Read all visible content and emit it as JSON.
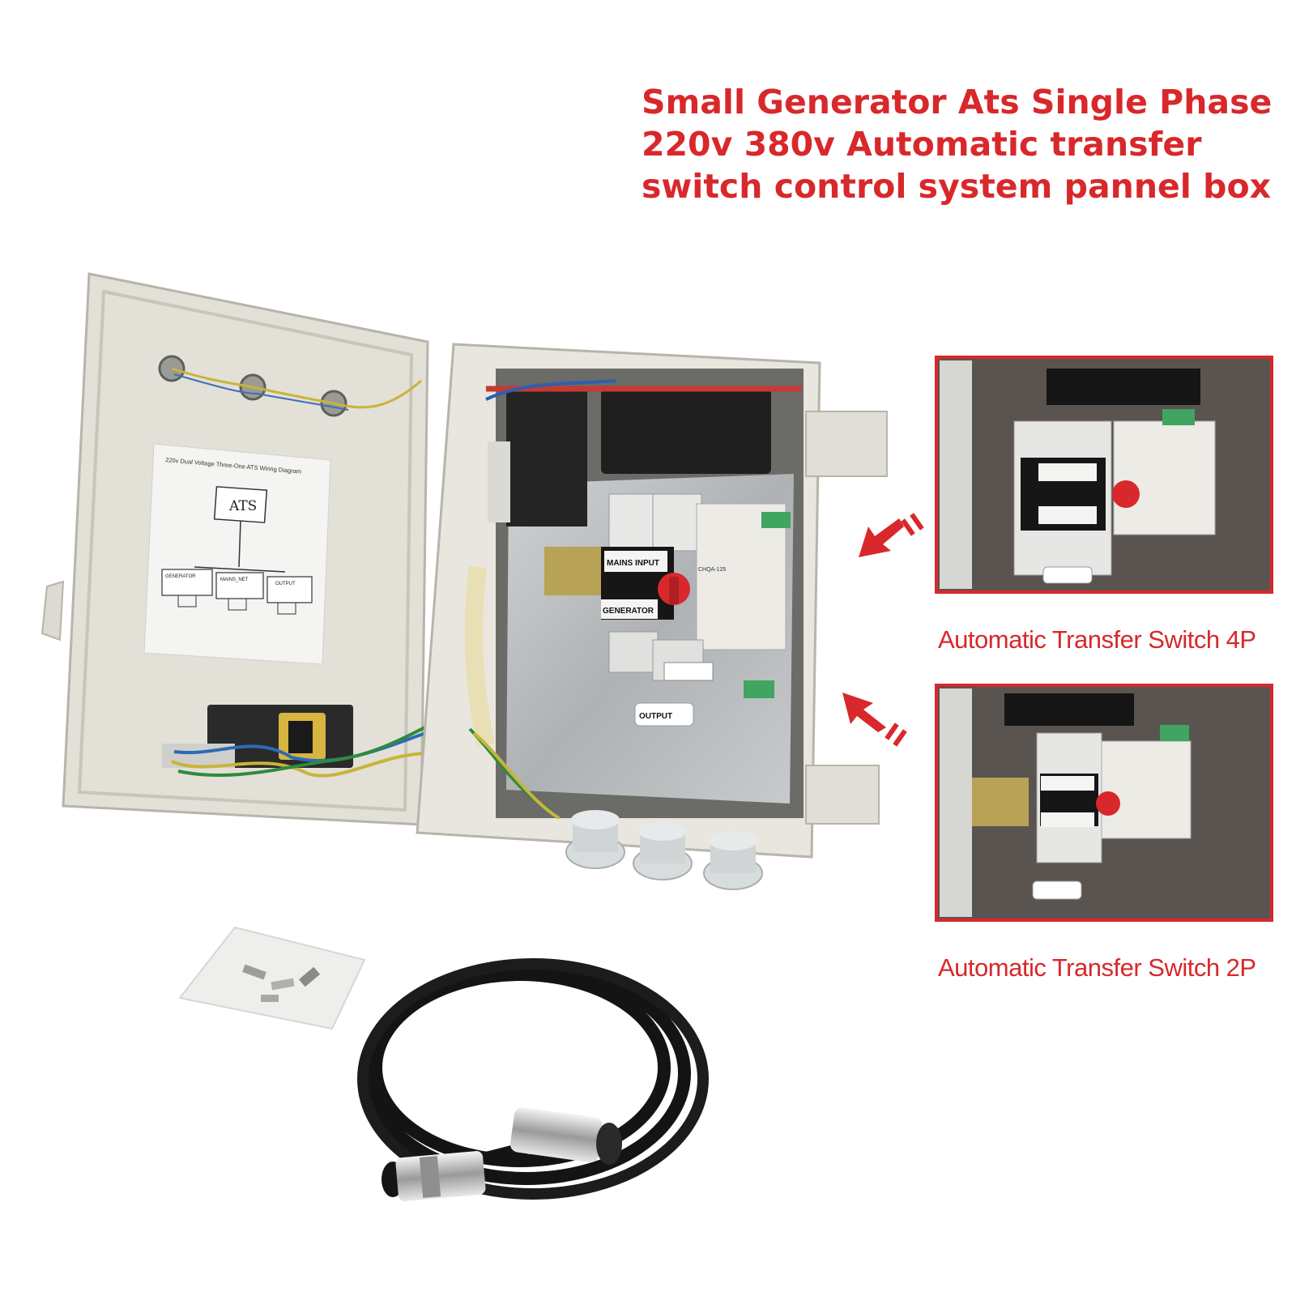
{
  "title": {
    "line1": "Small Generator Ats Single Phase",
    "line2": "220v 380v Automatic transfer",
    "line3": "switch control system pannel box"
  },
  "diagram_sheet": {
    "heading": "220v Dual Voltage Three-One ATS Wiring Diagram",
    "center_box": "ATS",
    "terminal_groups": [
      "GENERATOR",
      "MAINS_NET",
      "OUTPUT"
    ]
  },
  "switch_labels": {
    "mains_input": "MAINS INPUT",
    "generator": "GENERATOR",
    "output": "OUTPUT",
    "model": "CHQA-125"
  },
  "insets": [
    {
      "caption": "Automatic Transfer Switch 4P",
      "poles": 4
    },
    {
      "caption": "Automatic Transfer Switch 2P",
      "poles": 2
    }
  ],
  "colors": {
    "accent_red": "#d8282b",
    "enclosure": "#e6e4dc",
    "cable": "#141414"
  }
}
